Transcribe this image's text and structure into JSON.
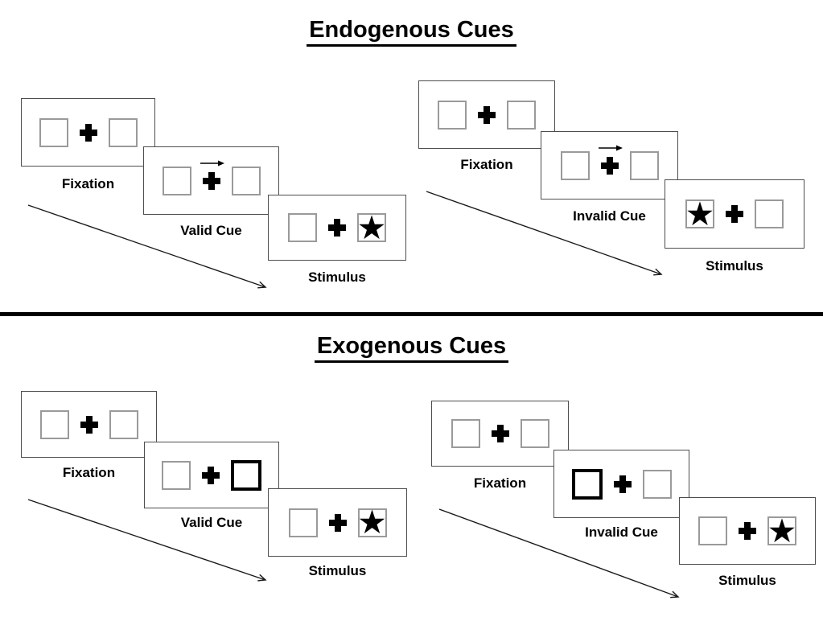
{
  "diagram": {
    "kind": "posner-cueing-task-schematic",
    "divider_between_sections": true
  },
  "symbols": {
    "star": "★"
  },
  "colors": {
    "background": "#ffffff",
    "ink": "#000000",
    "panel_border": "#4d4d4d",
    "box_border": "#9a9a9a"
  },
  "sections": [
    {
      "title": "Endogenous Cues",
      "trials": [
        {
          "name": "valid",
          "panels": [
            {
              "label": "Fixation",
              "type": "fixation"
            },
            {
              "label": "Valid Cue",
              "type": "arrow-cue",
              "arrow_direction": "right"
            },
            {
              "label": "Stimulus",
              "type": "stimulus",
              "star_side": "right"
            }
          ]
        },
        {
          "name": "invalid",
          "panels": [
            {
              "label": "Fixation",
              "type": "fixation"
            },
            {
              "label": "Invalid Cue",
              "type": "arrow-cue",
              "arrow_direction": "right"
            },
            {
              "label": "Stimulus",
              "type": "stimulus",
              "star_side": "left"
            }
          ]
        }
      ]
    },
    {
      "title": "Exogenous Cues",
      "trials": [
        {
          "name": "valid",
          "panels": [
            {
              "label": "Fixation",
              "type": "fixation"
            },
            {
              "label": "Valid Cue",
              "type": "highlight-cue",
              "highlight_side": "right"
            },
            {
              "label": "Stimulus",
              "type": "stimulus",
              "star_side": "right"
            }
          ]
        },
        {
          "name": "invalid",
          "panels": [
            {
              "label": "Fixation",
              "type": "fixation"
            },
            {
              "label": "Invalid Cue",
              "type": "highlight-cue",
              "highlight_side": "left"
            },
            {
              "label": "Stimulus",
              "type": "stimulus",
              "star_side": "right"
            }
          ]
        }
      ]
    }
  ]
}
